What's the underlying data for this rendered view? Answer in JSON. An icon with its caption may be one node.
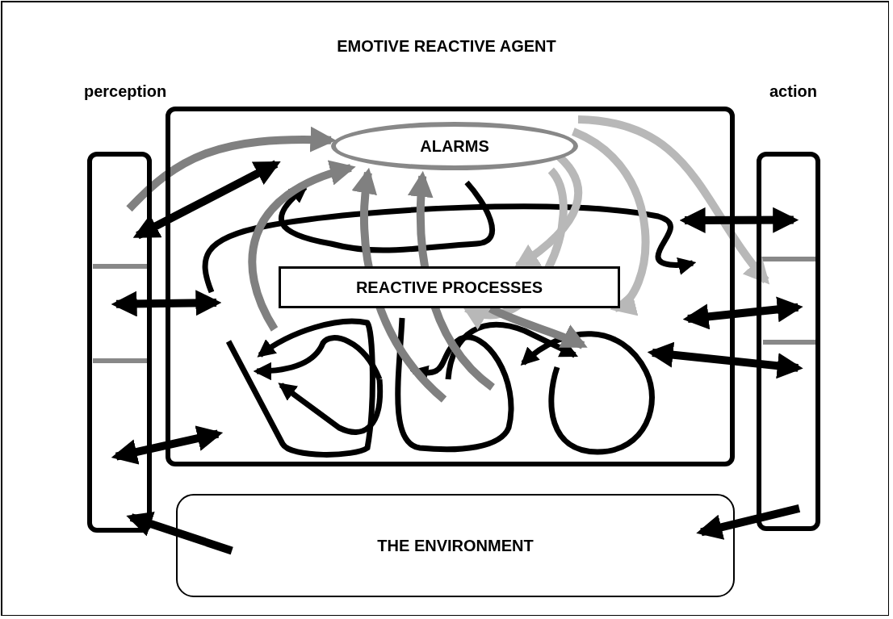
{
  "diagram": {
    "title": "EMOTIVE REACTIVE AGENT",
    "nodes": [
      {
        "text": [
          "perception"
        ]
      },
      {
        "text": [],
        "shape": "box"
      },
      {
        "text": [
          "ALARMS"
        ],
        "in": 1
      },
      {
        "text": [
          "REACTIVE PROCESSES"
        ],
        "in": 1
      },
      {
        "text": [
          "action"
        ]
      },
      {
        "text": [
          "THE ENVIRONMENT"
        ]
      }
    ],
    "edges": [
      {
        "from": 0,
        "to": 2,
        "arrow": "to",
        "color": "#808080"
      },
      {
        "from": 0,
        "to": null,
        "arrow": "both"
      },
      {
        "from": null,
        "to": 2,
        "arrow": "to",
        "color": "#808080"
      },
      {
        "from": null,
        "to": 2,
        "arrow": "to",
        "color": "#808080"
      },
      {
        "from": null,
        "to": 2,
        "arrow": "to",
        "color": "#808080"
      },
      {
        "from": 2,
        "to": 4,
        "arrow": "to",
        "color": "#b8b8b8"
      },
      {
        "from": 2,
        "to": 3,
        "arrow": "to",
        "color": "#b8b8b8"
      },
      {
        "from": 2,
        "to": 3,
        "arrow": "to",
        "color": "#b8b8b8"
      },
      {
        "from": 2,
        "to": 3,
        "arrow": "to",
        "color": "#b8b8b8"
      },
      {
        "from": 3,
        "to": null,
        "arrow": "to",
        "color": "#808080"
      },
      {
        "from": 0,
        "to": null,
        "arrow": "both"
      },
      {
        "from": 0,
        "to": 1,
        "arrow": "both"
      },
      {
        "from": null,
        "to": 4,
        "arrow": "both"
      },
      {
        "from": null,
        "to": 4,
        "arrow": "both"
      },
      {
        "from": null,
        "to": 4,
        "arrow": "both"
      },
      {
        "from": 5,
        "to": 0,
        "arrow": "to"
      },
      {
        "from": 4,
        "to": 5,
        "arrow": "to"
      }
    ]
  }
}
